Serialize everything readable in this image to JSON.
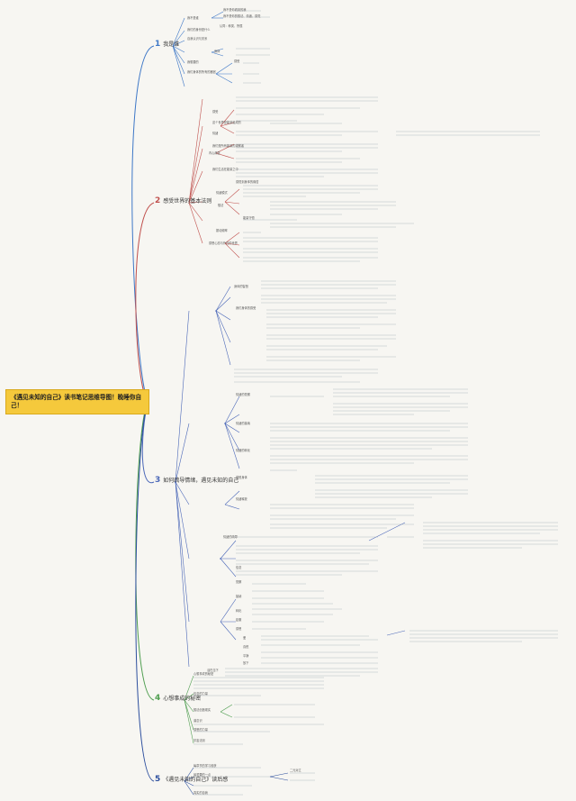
{
  "root": {
    "title": "《遇见未知的自己》读书笔记思维导图！晚睡你自己！"
  },
  "branches": [
    {
      "num": "1",
      "label": "我是谁",
      "color": "#3d77c7",
      "nodes": [
        "我不是谁",
        "我不是你看到的我",
        "我不是你的想法、情绪、感觉",
        "我们的身份是什么",
        "认同：种类、所属",
        "自我认识与关系",
        "身体",
        "感受",
        "我想要的",
        "我们身体的所有的器官"
      ]
    },
    {
      "num": "2",
      "label": "感受世界的基本法则",
      "color": "#c0504d",
      "nodes": [
        "这个世界是能量组成的",
        "我们是所有能量的观察者",
        "我们生活在能量之中",
        "内心痛苦",
        "感觉到身体的痛苦",
        "情绪模式",
        "想法",
        "感受",
        "情绪",
        "能量守恒",
        "振动频率",
        "感恩心态与外在的世界"
      ]
    },
    {
      "num": "3",
      "label": "如何疏导情绪，遇见未知的自己",
      "color": "#4a67b8",
      "nodes": [
        "身体的智慧",
        "我们身体的感受",
        "情绪的觉察",
        "情绪的接纳",
        "情绪的转化",
        "感受身体",
        "情绪释放",
        "情绪的疏导",
        "信念",
        "觉察",
        "接纳",
        "转化",
        "臣服",
        "感恩",
        "爱",
        "喜悦",
        "平静",
        "放下",
        "活在当下"
      ]
    },
    {
      "num": "4",
      "label": "心想事成的秘密",
      "color": "#4f9e50",
      "nodes": [
        "心想事成的秘密",
        "信念的力量",
        "想法创造现实",
        "潜意识",
        "感恩的力量",
        "宇宙法则"
      ]
    },
    {
      "num": "5",
      "label": "《遇见未知的自己》读后感",
      "color": "#2d4f9e",
      "nodes": [
        "每章节的学习收获",
        "最重要的一点",
        "二元对立",
        "真实的自我"
      ]
    }
  ]
}
